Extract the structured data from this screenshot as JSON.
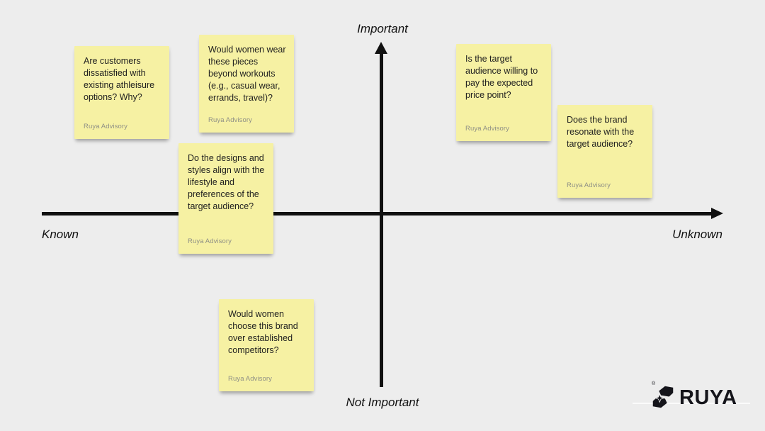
{
  "matrix": {
    "top_label": "Important",
    "bottom_label": "Not Important",
    "left_label": "Known",
    "right_label": "Unknown"
  },
  "notes": [
    {
      "text": "Are customers dissatisfied with existing athleisure options? Why?",
      "author": "Ruya Advisory"
    },
    {
      "text": "Would women wear these pieces beyond workouts (e.g., casual wear, errands, travel)?",
      "author": "Ruya Advisory"
    },
    {
      "text": "Do the designs and styles align with the lifestyle and preferences of the target audience?",
      "author": "Ruya Advisory"
    },
    {
      "text": "Is the target audience willing to pay the expected price point?",
      "author": "Ruya Advisory"
    },
    {
      "text": "Does the brand resonate with the target audience?",
      "author": "Ruya Advisory"
    },
    {
      "text": "Would women choose this brand over established competitors?",
      "author": "Ruya Advisory"
    }
  ],
  "logo": {
    "wordmark": "RUYA",
    "registered_mark": "®",
    "icon": "ruya-hands-sparkle-icon"
  },
  "colors": {
    "background": "#ededed",
    "note_fill": "#f6f1a3",
    "ink": "#111111",
    "note_text": "#1f1f1f",
    "signature_text": "#8f9086",
    "logo_color": "#15151b"
  }
}
